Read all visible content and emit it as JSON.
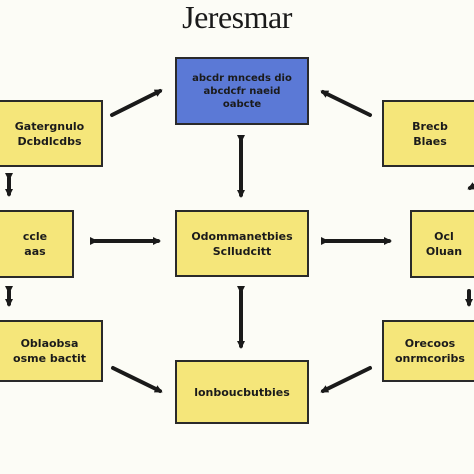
{
  "title": "Jeresmar",
  "colors": {
    "box_fill": "#f5e67a",
    "top_box_fill": "#5b79d6",
    "stroke": "#1a1a1a"
  },
  "nodes": {
    "top": {
      "lines": [
        "abcdr mnceds dio",
        "abcdcfr naeid",
        "oabcte"
      ]
    },
    "left_top": {
      "lines": [
        "Gatergnulo",
        "Dcbdlcdbs"
      ]
    },
    "right_top": {
      "lines": [
        "Brecb",
        "Blaes"
      ]
    },
    "left_mid": {
      "lines": [
        "ccle",
        "aas"
      ]
    },
    "center": {
      "lines": [
        "Odommanetbies",
        "Sclludcitt"
      ]
    },
    "right_mid": {
      "lines": [
        "Ocl",
        "Oluan"
      ]
    },
    "left_bot": {
      "lines": [
        "Oblaobsa",
        "osme bactit"
      ]
    },
    "bottom": {
      "lines": [
        "lonboucbutbies"
      ]
    },
    "right_bot": {
      "lines": [
        "Orecoos",
        "onrmcoribs"
      ]
    }
  }
}
